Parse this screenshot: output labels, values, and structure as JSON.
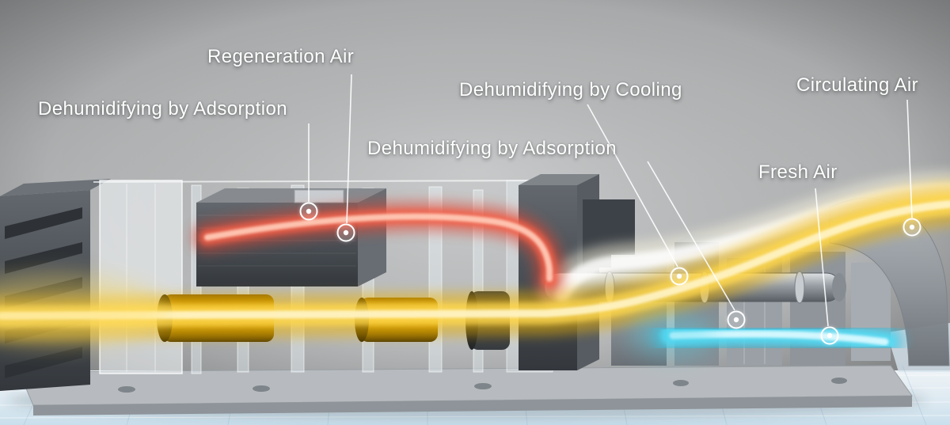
{
  "diagram": {
    "type": "industrial-airflow-diagram",
    "labels": [
      {
        "id": "regeneration-air",
        "text": "Regeneration Air"
      },
      {
        "id": "dehumidifying-by-adsorption-left",
        "text": "Dehumidifying by Adsorption"
      },
      {
        "id": "dehumidifying-by-cooling",
        "text": "Dehumidifying by Cooling"
      },
      {
        "id": "dehumidifying-by-adsorption-center",
        "text": "Dehumidifying by Adsorption"
      },
      {
        "id": "circulating-air",
        "text": "Circulating Air"
      },
      {
        "id": "fresh-air",
        "text": "Fresh Air"
      }
    ],
    "colors": {
      "regeneration_stream": "#e04432",
      "regeneration_stream_core": "#ffc9b5",
      "process_stream": "#f0b400",
      "process_stream_core": "#fff3c2",
      "cooled_stream": "#25c2e4",
      "cooled_stream_core": "#d9f9ff",
      "fresh_stream": "#fdf8e2",
      "label_text": "#ffffff",
      "floor": "#dbe7ef",
      "background": "#adafb0"
    }
  }
}
